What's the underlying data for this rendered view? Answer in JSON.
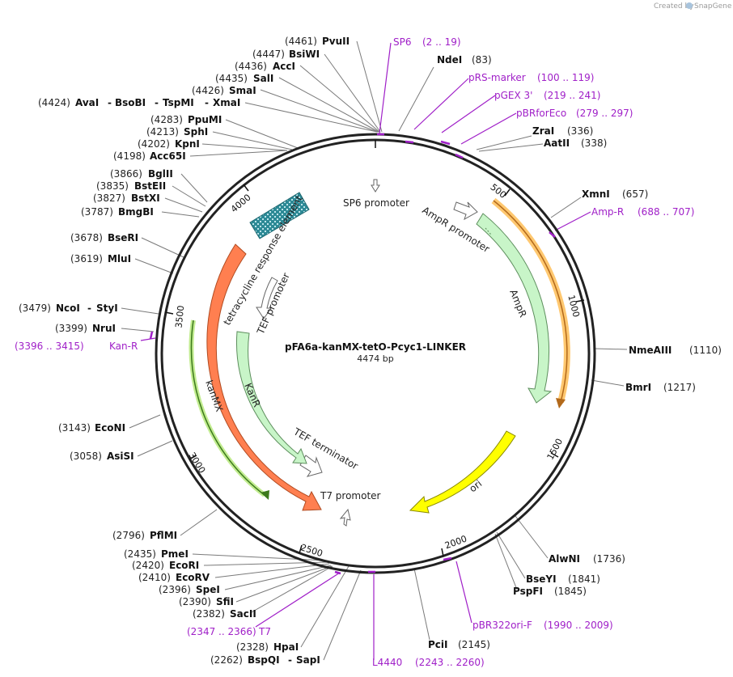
{
  "credit": {
    "text": "Created by",
    "brand": "SnapGene"
  },
  "plasmid": {
    "name": "pFA6a-kanMX-tetO-Pcyc1-LINKER",
    "length": "4474 bp"
  },
  "ticks": [
    "500",
    "1000",
    "1500",
    "2000",
    "2500",
    "3000",
    "3500",
    "4000"
  ],
  "sites": [
    {
      "num": "(4461)",
      "name": "PvuII"
    },
    {
      "num": "(4447)",
      "name": "BsiWI"
    },
    {
      "num": "(4436)",
      "name": "AccI"
    },
    {
      "num": "(4435)",
      "name": "SalI"
    },
    {
      "num": "(4426)",
      "name": "SmaI"
    },
    {
      "num": "(4424)",
      "name": "AvaI",
      "name2": "BsoBI",
      "name3": "TspMI",
      "name4": "XmaI"
    },
    {
      "num": "(4283)",
      "name": "PpuMI"
    },
    {
      "num": "(4213)",
      "name": "SphI"
    },
    {
      "num": "(4202)",
      "name": "KpnI"
    },
    {
      "num": "(4198)",
      "name": "Acc65I"
    },
    {
      "num": "(3866)",
      "name": "BglII"
    },
    {
      "num": "(3835)",
      "name": "BstEII"
    },
    {
      "num": "(3827)",
      "name": "BstXI"
    },
    {
      "num": "(3787)",
      "name": "BmgBI"
    },
    {
      "num": "(3678)",
      "name": "BseRI"
    },
    {
      "num": "(3619)",
      "name": "MluI"
    },
    {
      "num": "(3479)",
      "name": "NcoI",
      "name2": "StyI"
    },
    {
      "num": "(3399)",
      "name": "NruI"
    },
    {
      "num": "(3143)",
      "name": "EcoNI"
    },
    {
      "num": "(3058)",
      "name": "AsiSI"
    },
    {
      "num": "(2796)",
      "name": "PflMI"
    },
    {
      "num": "(2435)",
      "name": "PmeI"
    },
    {
      "num": "(2420)",
      "name": "EcoRI"
    },
    {
      "num": "(2410)",
      "name": "EcoRV"
    },
    {
      "num": "(2396)",
      "name": "SpeI"
    },
    {
      "num": "(2390)",
      "name": "SfiI"
    },
    {
      "num": "(2382)",
      "name": "SacII"
    },
    {
      "num": "(2328)",
      "name": "HpaI"
    },
    {
      "num": "(2262)",
      "name": "BspQI",
      "name2": "SapI"
    },
    {
      "num": "(83)",
      "name": "NdeI"
    },
    {
      "num": "(336)",
      "name": "ZraI"
    },
    {
      "num": "(338)",
      "name": "AatII"
    },
    {
      "num": "(657)",
      "name": "XmnI"
    },
    {
      "num": "(1110)",
      "name": "NmeAIII"
    },
    {
      "num": "(1217)",
      "name": "BmrI"
    },
    {
      "num": "(1736)",
      "name": "AlwNI"
    },
    {
      "num": "(1841)",
      "name": "BseYI"
    },
    {
      "num": "(1845)",
      "name": "PspFI"
    },
    {
      "num": "(2145)",
      "name": "PciI"
    }
  ],
  "primers": [
    {
      "name": "SP6",
      "range": "(2 .. 19)"
    },
    {
      "name": "pRS-marker",
      "range": "(100 .. 119)"
    },
    {
      "name": "pGEX 3'",
      "range": "(219 .. 241)"
    },
    {
      "name": "pBRforEco",
      "range": "(279 .. 297)"
    },
    {
      "name": "Amp-R",
      "range": "(688 .. 707)"
    },
    {
      "name": "pBR322ori-F",
      "range": "(1990 .. 2009)"
    },
    {
      "name": "L4440",
      "range": "(2243 .. 2260)"
    },
    {
      "name": "T7",
      "range": "(2347 .. 2366)"
    },
    {
      "name": "Kan-R",
      "range": "(3396 .. 3415)"
    }
  ],
  "features": {
    "sp6_promoter": "SP6 promoter",
    "ampr_promoter": "AmpR promoter",
    "ampr": "AmpR",
    "ori": "ori",
    "t7_promoter": "T7 promoter",
    "tef_terminator": "TEF terminator",
    "kanr": "KanR",
    "tef_promoter": "TEF promoter",
    "kanmx": "kanMX",
    "tet_element": "tetracycline response element"
  },
  "colors": {
    "primer": "#a020c8",
    "ampr": "#c8f5c8",
    "kanr": "#c8f5c8",
    "ori": "#ffff00",
    "kanmx": "#ff7f50",
    "tet": "#2d8a96",
    "ampr_outer": "#ffb84d",
    "kan_outer": "#9bd65a"
  }
}
